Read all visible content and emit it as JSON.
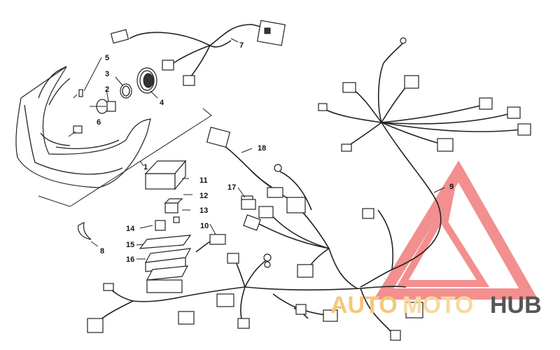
{
  "callouts": [
    {
      "id": "1",
      "label": "1"
    },
    {
      "id": "2",
      "label": "2"
    },
    {
      "id": "3",
      "label": "3"
    },
    {
      "id": "4",
      "label": "4"
    },
    {
      "id": "5",
      "label": "5"
    },
    {
      "id": "6",
      "label": "6"
    },
    {
      "id": "7",
      "label": "7"
    },
    {
      "id": "8",
      "label": "8"
    },
    {
      "id": "9",
      "label": "9"
    },
    {
      "id": "10",
      "label": "10"
    },
    {
      "id": "11",
      "label": "11"
    },
    {
      "id": "12",
      "label": "12"
    },
    {
      "id": "13",
      "label": "13"
    },
    {
      "id": "14",
      "label": "14"
    },
    {
      "id": "15",
      "label": "15"
    },
    {
      "id": "16",
      "label": "16"
    },
    {
      "id": "17",
      "label": "17"
    },
    {
      "id": "18",
      "label": "18"
    }
  ],
  "watermark": {
    "part1": "AUTO",
    "part2": "MOTO",
    "part3": "HUB",
    "color_auto": "#f5c77a",
    "color_moto": "#f7d9a0",
    "color_hub": "#555555",
    "triangle_color": "#f06a6a"
  }
}
